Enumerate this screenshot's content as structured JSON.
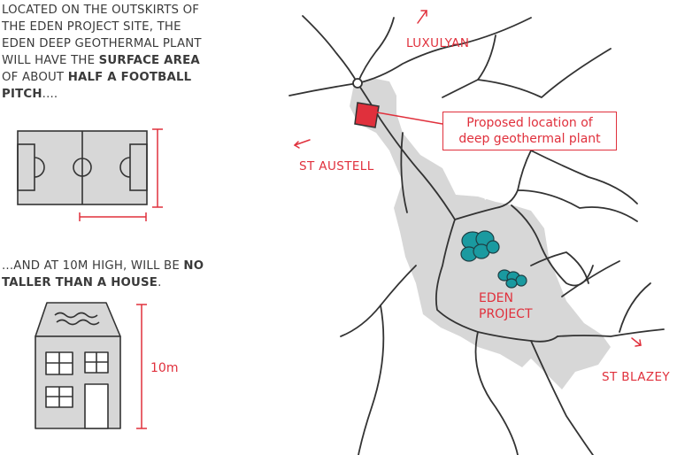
{
  "info": {
    "para1_pre": "Located on the outskirts of the Eden Project site, the Eden deep geothermal plant will have the ",
    "para1_b1": "surface area",
    "para1_mid": " of about ",
    "para1_b2": "half a football pitch",
    "para1_post": "....",
    "para2_pre": "...and at 10m high, will be ",
    "para2_b": "no taller than a house",
    "para2_post": "."
  },
  "house": {
    "height_label": "10m"
  },
  "places": {
    "luxulyan": "LUXULYAN",
    "st_austell": "ST AUSTELL",
    "st_blazey": "ST BLAZEY",
    "eden_line1": "EDEN",
    "eden_line2": "PROJECT"
  },
  "callout": {
    "line1": "Proposed location of",
    "line2": "deep geothermal plant"
  },
  "colors": {
    "accent": "#e0303c",
    "shaded_area": "#d7d7d7",
    "road": "#333333",
    "biome": "#1a9aa0"
  },
  "icons": [
    "football-pitch-icon",
    "house-icon",
    "biome-domes-icon",
    "direction-arrow-icon"
  ]
}
